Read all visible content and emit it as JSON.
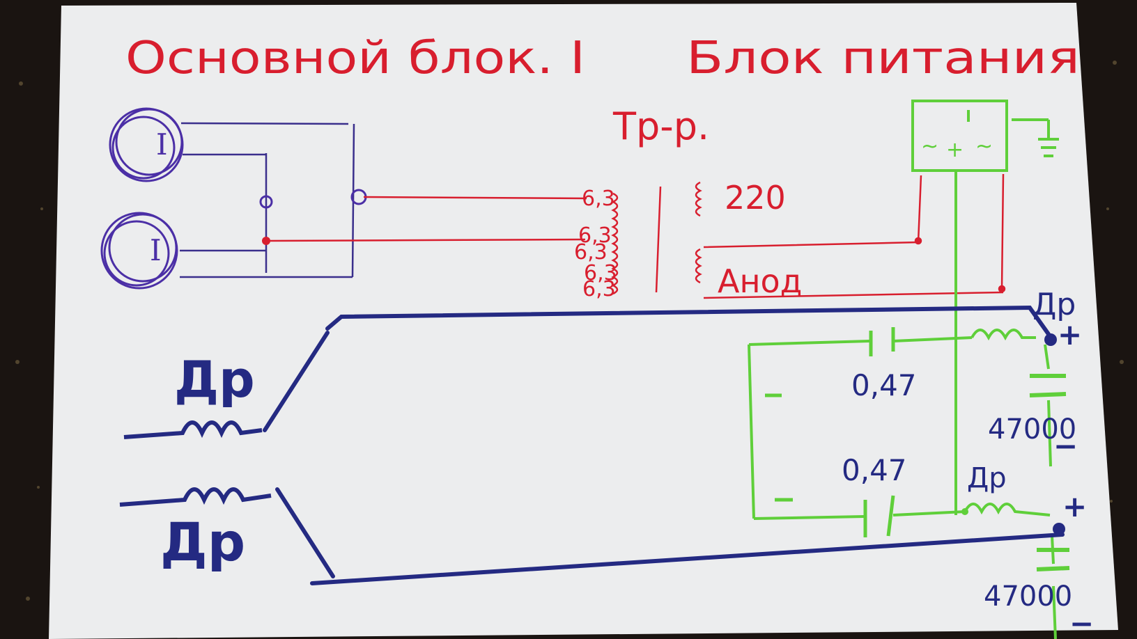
{
  "titles": {
    "left": "Основной блок. І",
    "right": "Блок питания"
  },
  "transformer": {
    "label": "Тр-р.",
    "primary": "220",
    "secondary": "Анод",
    "filament_taps": [
      "6,3",
      "6,3",
      "6,3",
      "6,3",
      "6,3"
    ]
  },
  "choke_label": "Др",
  "capacitors": {
    "film_top": "0,47",
    "film_bottom": "0,47",
    "electrolytic_top": "47000",
    "electrolytic_bottom": "47000"
  },
  "polarity": {
    "plus": "+",
    "minus": "−"
  },
  "tube_marks": [
    "I",
    "I"
  ],
  "rectifier_marks": [
    "~",
    "+",
    "~"
  ],
  "colors": {
    "paper": "#ecedee",
    "red": "#d81e2e",
    "blue": "#242a82",
    "purple": "#4b2fa6",
    "green": "#5fcf3a",
    "background": "#1a1411"
  }
}
